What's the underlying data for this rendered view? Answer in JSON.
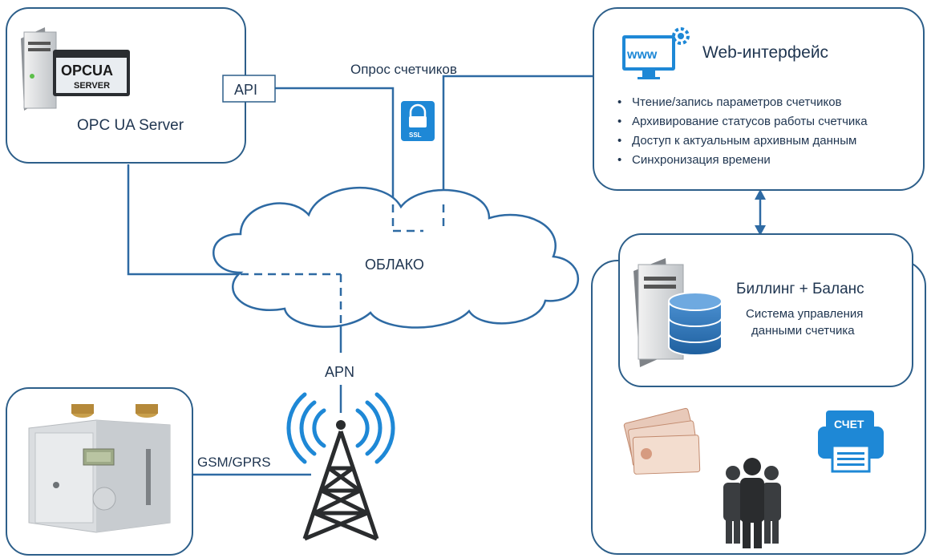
{
  "opc_box": {
    "server_title": "OPC UA Server",
    "logo_line1": "OPCUA",
    "logo_line2": "SERVER",
    "api_label": "API"
  },
  "connections": {
    "polling_label": "Опрос счетчиков",
    "ssl_label": "SSL",
    "cloud_label": "ОБЛАКО",
    "apn_label": "APN",
    "gsm_label": "GSM/GPRS"
  },
  "web_box": {
    "www_label": "www",
    "title": "Web-интерфейс",
    "features": [
      "Чтение/запись параметров счетчиков",
      "Архивирование статусов работы счетчика",
      "Доступ к актуальным архивным данным",
      "Синхронизация времени"
    ]
  },
  "billing_box": {
    "title": "Биллинг + Баланс",
    "subtitle_line1": "Система управления",
    "subtitle_line2": "данными счетчика",
    "invoice_label": "СЧЕТ"
  },
  "colors": {
    "box_stroke": "#2d5f8a",
    "line": "#2e6aa3",
    "text": "#1f3550",
    "accent": "#1e88d6"
  },
  "icons": [
    "server-icon",
    "lock-icon",
    "cloud-icon",
    "monitor-www-icon",
    "gear-icon",
    "database-icon",
    "money-icon",
    "people-icon",
    "printer-icon",
    "radio-tower-icon",
    "gas-meter-icon"
  ]
}
